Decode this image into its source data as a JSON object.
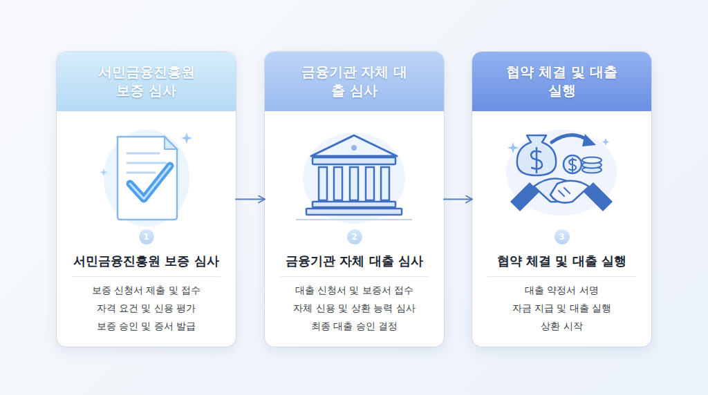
{
  "diagram": {
    "nodes": [
      {
        "text": [
          "서민금융진흥원 보증 심사",
          "1",
          "서민금융진흥원 보증 심사",
          "보증 신청서 제출 및 접수",
          "자격 요건 및 신용 평가",
          "보증 승인 및 증서 발급"
        ]
      },
      {
        "text": [
          "금융기관 자체 대출 심사",
          "2",
          "금융기관 자체 대출 심사",
          "대출 신청서 및 보증서 접수",
          "자체 신용 및 상환 능력 심사",
          "최종 대출 승인 결정"
        ]
      },
      {
        "text": [
          "협약 체결 및 대출 실행",
          "3",
          "협약 체결 및 대출 실행",
          "대출 약정서 서명",
          "자금 지급 및 대출 실행",
          "상환 시작"
        ]
      }
    ],
    "edges": [
      {
        "from": 0,
        "to": 1,
        "arrow": "to"
      },
      {
        "from": 1,
        "to": 2,
        "arrow": "to"
      }
    ]
  }
}
